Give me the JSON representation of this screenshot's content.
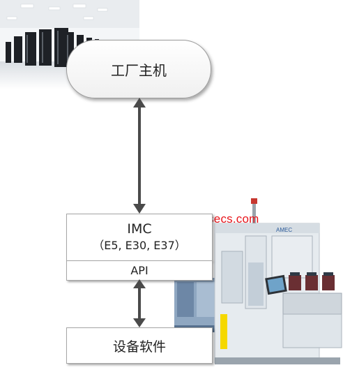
{
  "factory_host": {
    "label": "工厂主机"
  },
  "imc": {
    "title": "IMC",
    "standards": "（E5, E30, E37）"
  },
  "api": {
    "label": "API"
  },
  "equipment_software": {
    "label": "设备软件"
  },
  "watermark": {
    "text": "www.semisecs.com",
    "color": "#e8141a"
  },
  "equipment_logo": {
    "text": "AMEC"
  },
  "colors": {
    "arrow": "#4a4a4a",
    "box_border": "#a6a6a6",
    "machine_body": "#e6ebef"
  }
}
